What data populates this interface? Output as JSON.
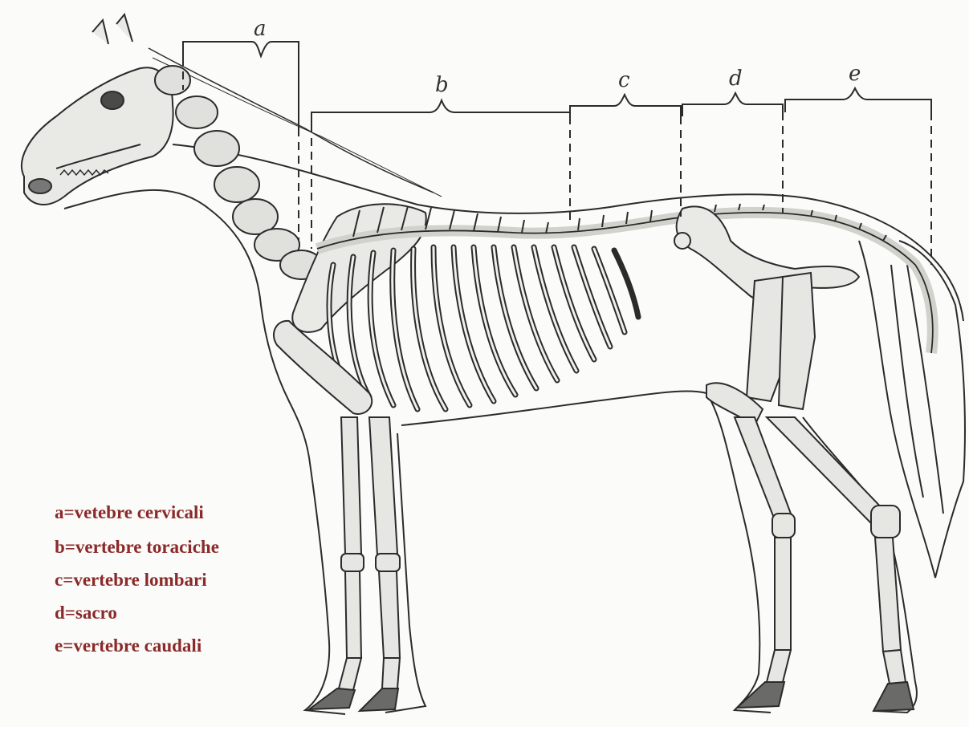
{
  "segments": [
    {
      "letter": "a"
    },
    {
      "letter": "b"
    },
    {
      "letter": "c"
    },
    {
      "letter": "d"
    },
    {
      "letter": "e"
    }
  ],
  "legend": [
    "a=vetebre cervicali",
    "b=vertebre toraciche",
    "c=vertebre lombari",
    "d=sacro",
    "e=vertebre caudali"
  ],
  "colors": {
    "legend_text": "#8a2a2a",
    "outline": "#2b2b2b",
    "bone_fill": "#e9e9e6",
    "bone_shade": "#8c8c88",
    "background": "#fbfbf9"
  }
}
